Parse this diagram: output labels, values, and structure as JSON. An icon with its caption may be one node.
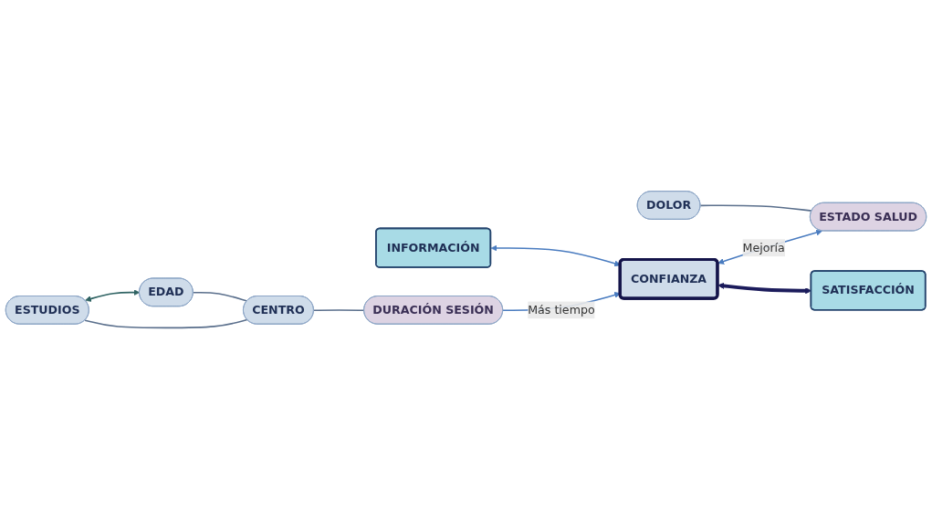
{
  "diagram": {
    "nodes": [
      {
        "text": [
          "ESTUDIOS"
        ]
      },
      {
        "text": [
          "CENTRO"
        ]
      },
      {
        "text": [
          "EDAD"
        ]
      },
      {
        "text": [
          "INFORMACIÓN"
        ]
      },
      {
        "text": [
          "DURACIÓN SESIÓN"
        ]
      },
      {
        "text": [
          "CONFIANZA"
        ]
      },
      {
        "text": [
          "ESTADO SALUD"
        ]
      },
      {
        "text": [
          "DOLOR"
        ]
      },
      {
        "text": [
          "SATISFACCIÓN"
        ]
      }
    ],
    "edges": [
      {
        "from": 0,
        "to": 2,
        "arrow": "both",
        "color": "#2f6363"
      },
      {
        "from": 0,
        "to": 1,
        "arrow": "none",
        "color": "#5a6f8c"
      },
      {
        "from": 2,
        "to": 1,
        "arrow": "none",
        "color": "#5a6f8c"
      },
      {
        "from": 1,
        "to": 4,
        "arrow": "none",
        "color": "#5a6f8c"
      },
      {
        "from": 4,
        "to": 5,
        "arrow": "to",
        "label": "Más tiempo"
      },
      {
        "from": 3,
        "to": 5,
        "arrow": "both"
      },
      {
        "from": 5,
        "to": 6,
        "arrow": "both",
        "label": "Mejoría"
      },
      {
        "from": 7,
        "to": 6,
        "arrow": "none",
        "color": "#5a6f8c"
      },
      {
        "from": 5,
        "to": 8,
        "arrow": "both",
        "style": "thick",
        "color": "#1c1c5c"
      }
    ]
  }
}
